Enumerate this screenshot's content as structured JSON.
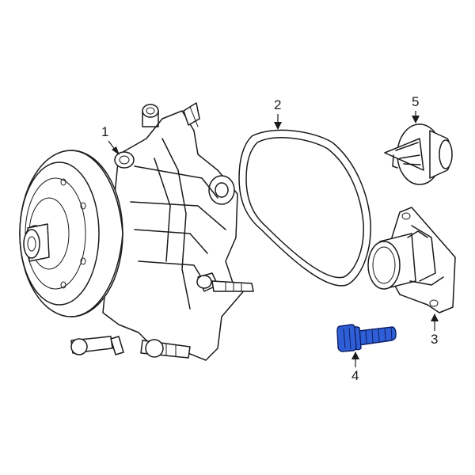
{
  "diagram": {
    "callouts": [
      {
        "id": "1",
        "label": "1"
      },
      {
        "id": "2",
        "label": "2"
      },
      {
        "id": "3",
        "label": "3"
      },
      {
        "id": "4",
        "label": "4"
      },
      {
        "id": "5",
        "label": "5"
      }
    ],
    "highlight_color": "#2f5fd6",
    "line_color": "#1a1a1a"
  }
}
